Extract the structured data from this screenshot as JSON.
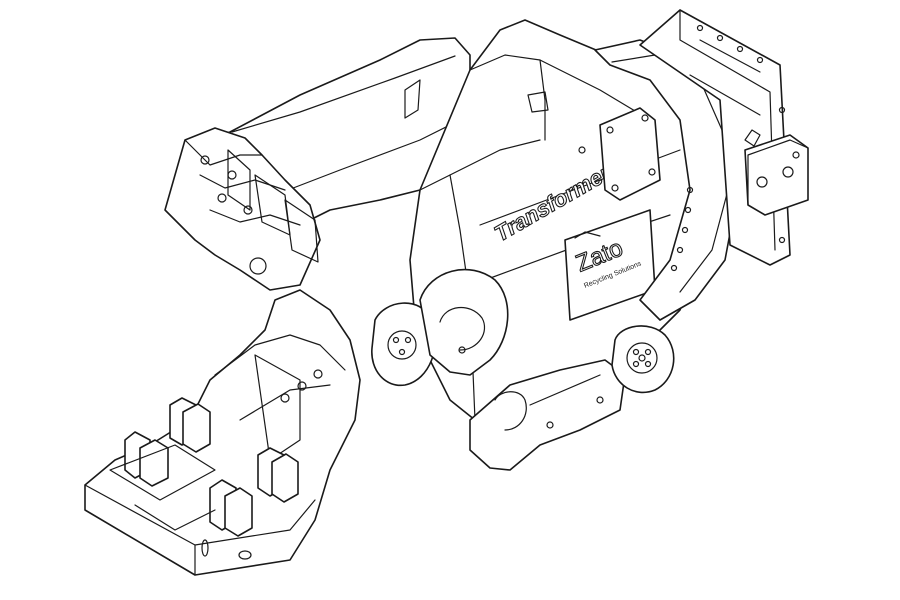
{
  "brand_text": "Transformer",
  "logo_text": "Zato",
  "logo_tagline": "Recycling Solutions",
  "line_color": "#1a1a1a",
  "background_color": "#ffffff"
}
